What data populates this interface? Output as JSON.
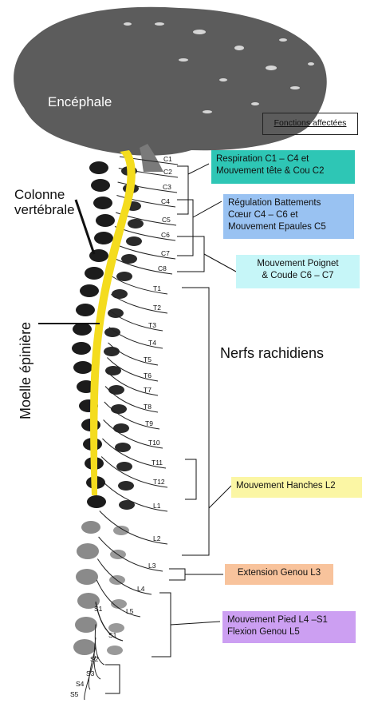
{
  "labels": {
    "brain": "Encéphale",
    "spine_line1": "Colonne",
    "spine_line2": "vertébrale",
    "cord": "Moelle épinière",
    "nerves": "Nerfs rachidiens",
    "legend": "Fonctions affectées"
  },
  "vertebrae": [
    "C1",
    "C2",
    "C3",
    "C4",
    "C5",
    "C6",
    "C7",
    "C8",
    "T1",
    "T2",
    "T3",
    "T4",
    "T5",
    "T6",
    "T7",
    "T8",
    "T9",
    "T10",
    "T11",
    "T12",
    "L1",
    "L2",
    "L3",
    "L4",
    "L5",
    "S1",
    "S1",
    "S2",
    "S3",
    "S4",
    "S5"
  ],
  "functions": [
    {
      "line1": "Respiration C1 – C4 et",
      "line2": "Mouvement tête & Cou C2",
      "color": "#2ec6b5"
    },
    {
      "line1": "Régulation Battements",
      "line2": "Cœur C4 – C6 et",
      "line3": "Mouvement Epaules C5",
      "color": "#99c2f2"
    },
    {
      "line1": "Mouvement Poignet",
      "line2": "& Coude C6 – C7",
      "color": "#c6f6f8"
    },
    {
      "line1": "Mouvement Hanches L2",
      "color": "#fbf6a4"
    },
    {
      "line1": "Extension Genou L3",
      "color": "#f8c39c"
    },
    {
      "line1": "Mouvement Pied L4 –S1",
      "line2": "Flexion Genou L5",
      "color": "#cc9ff2"
    }
  ],
  "colors": {
    "brain": "#5c5c5c",
    "cord": "#f4dc1e",
    "vertebra": "#1c1c1c",
    "lumbar": "#8a8a8a"
  }
}
